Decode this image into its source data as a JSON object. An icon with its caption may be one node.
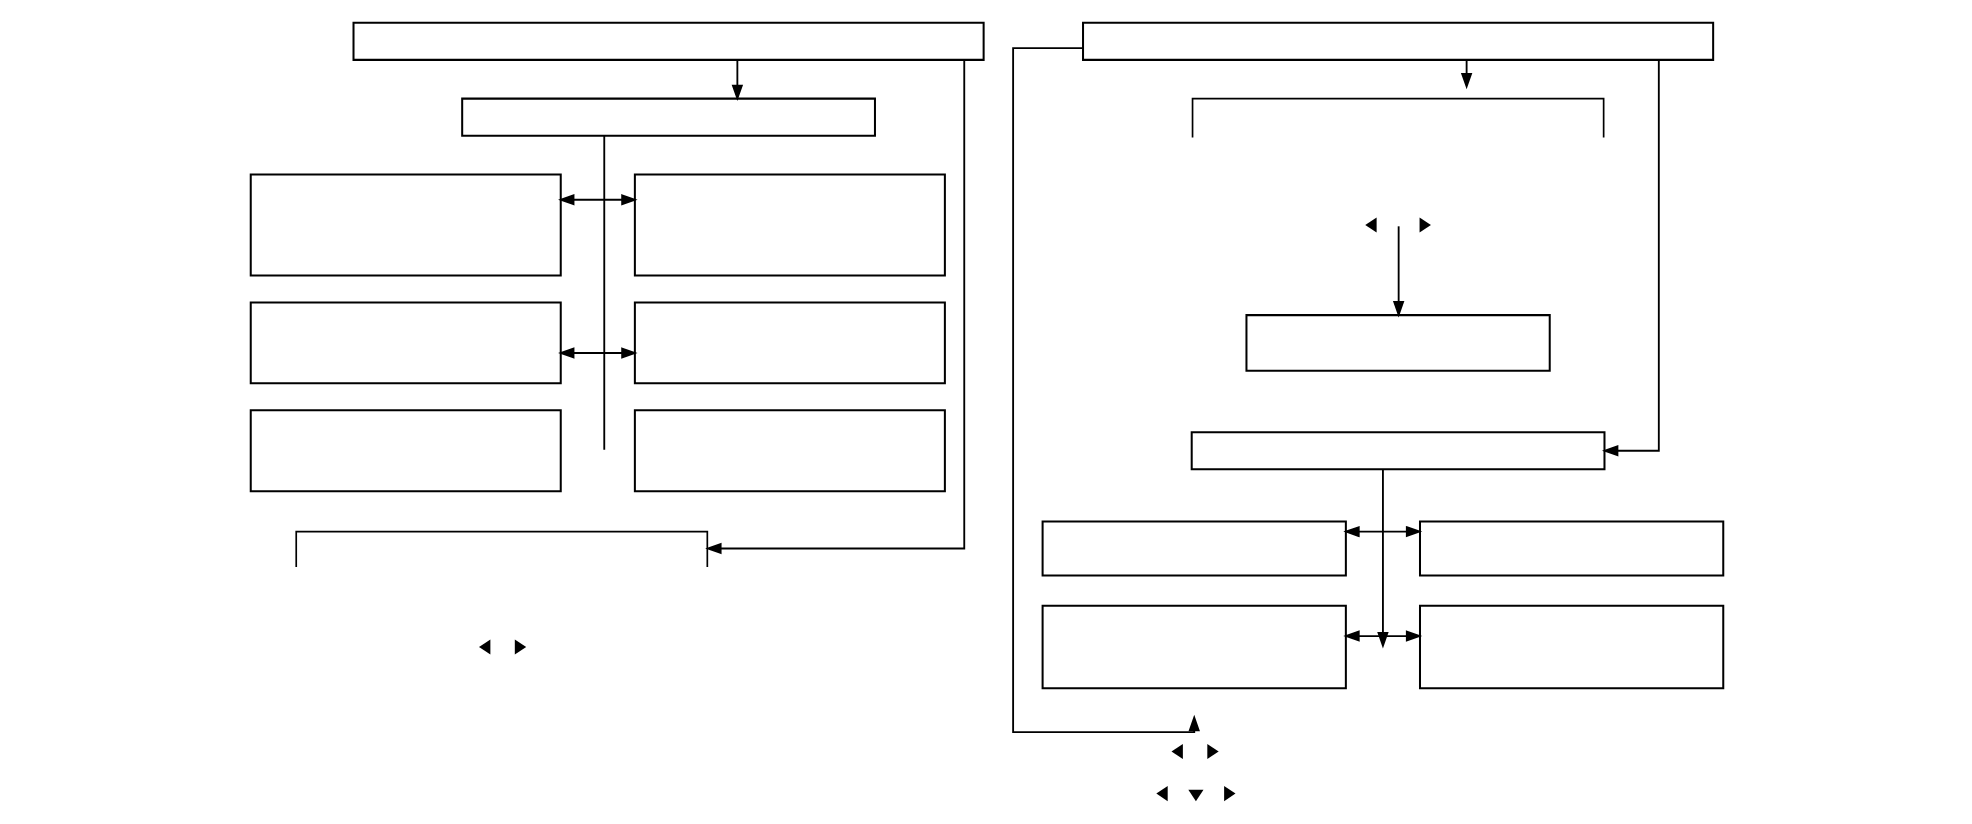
{
  "diagram": {
    "nodes": [
      {
        "text": [],
        "shape": "box"
      },
      {
        "text": [],
        "shape": "box"
      },
      {
        "text": [],
        "shape": "box"
      },
      {
        "text": [],
        "shape": "box"
      },
      {
        "text": [],
        "shape": "box"
      },
      {
        "text": [],
        "shape": "box"
      },
      {
        "text": [],
        "shape": "box"
      },
      {
        "text": [],
        "shape": "box"
      },
      {
        "text": [],
        "shape": "box"
      },
      {
        "text": [],
        "shape": "box"
      },
      {
        "text": [],
        "shape": "box"
      },
      {
        "text": [],
        "shape": "box"
      },
      {
        "text": [],
        "shape": "box"
      },
      {
        "text": [],
        "shape": "box"
      },
      {
        "text": [],
        "shape": "box"
      },
      {
        "text": [],
        "shape": "box"
      },
      {
        "text": [],
        "shape": "box"
      }
    ],
    "edges": [
      {
        "from": 0,
        "to": 1,
        "arrow": "to"
      },
      {
        "from": 0,
        "to": 8,
        "arrow": "to"
      },
      {
        "from": 1,
        "to": null,
        "arrow": "none"
      },
      {
        "from": 2,
        "to": 3,
        "arrow": "both"
      },
      {
        "from": 4,
        "to": 5,
        "arrow": "both"
      },
      {
        "from": 9,
        "to": 10,
        "arrow": "to"
      },
      {
        "from": 9,
        "to": 12,
        "arrow": "to"
      },
      {
        "from": 9,
        "to": null,
        "arrow": "to"
      },
      {
        "from": null,
        "to": 11,
        "arrow": "to"
      },
      {
        "from": 12,
        "to": null,
        "arrow": "to"
      },
      {
        "from": 13,
        "to": 14,
        "arrow": "both"
      },
      {
        "from": 15,
        "to": 16,
        "arrow": "both"
      }
    ]
  }
}
